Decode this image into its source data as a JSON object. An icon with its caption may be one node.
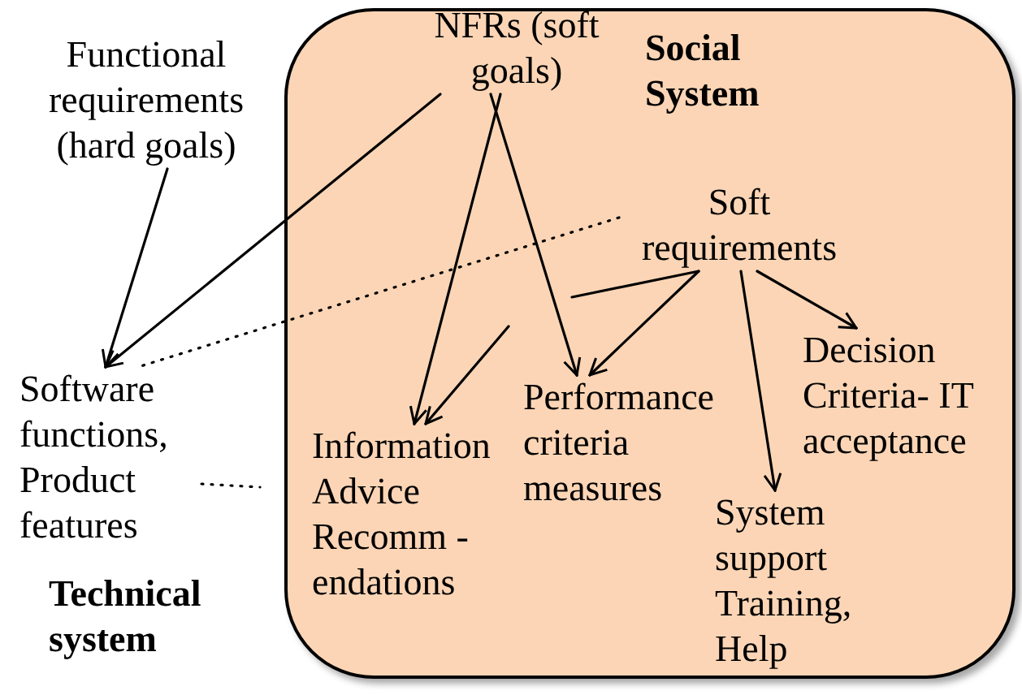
{
  "diagram": {
    "nodes": [
      {
        "text": [
          "Social System"
        ]
      },
      {
        "text": [
          "NFRs (soft goals)"
        ],
        "in": 0
      },
      {
        "text": [
          "Soft requirements"
        ],
        "in": 0
      },
      {
        "text": [
          "Information Advice Recomm -endations"
        ],
        "in": 0
      },
      {
        "text": [
          "Performance criteria measures"
        ],
        "in": 0
      },
      {
        "text": [
          "Decision Criteria- IT acceptance"
        ],
        "in": 0
      },
      {
        "text": [
          "System support Training, Help"
        ],
        "in": 0
      },
      {
        "text": [
          "Functional requirements (hard goals)"
        ]
      },
      {
        "text": [
          "Software functions, Product features"
        ]
      }
    ],
    "edges": [
      {
        "from": 7,
        "to": 8,
        "arrow": "to"
      },
      {
        "from": 1,
        "to": 8,
        "arrow": "to"
      },
      {
        "from": 1,
        "to": 3,
        "arrow": "to"
      },
      {
        "from": 1,
        "to": 4,
        "arrow": "to"
      },
      {
        "from": 2,
        "to": null,
        "arrow": "none"
      },
      {
        "from": null,
        "to": 3,
        "arrow": "to"
      },
      {
        "from": 2,
        "to": 4,
        "arrow": "to"
      },
      {
        "from": 2,
        "to": 5,
        "arrow": "to"
      },
      {
        "from": 2,
        "to": 6,
        "arrow": "to"
      },
      {
        "from": 2,
        "to": 8,
        "arrow": "none",
        "style": "dashed"
      },
      {
        "from": 8,
        "to": null,
        "arrow": "none",
        "style": "dashed"
      }
    ],
    "labels": [
      "Technical system"
    ]
  }
}
